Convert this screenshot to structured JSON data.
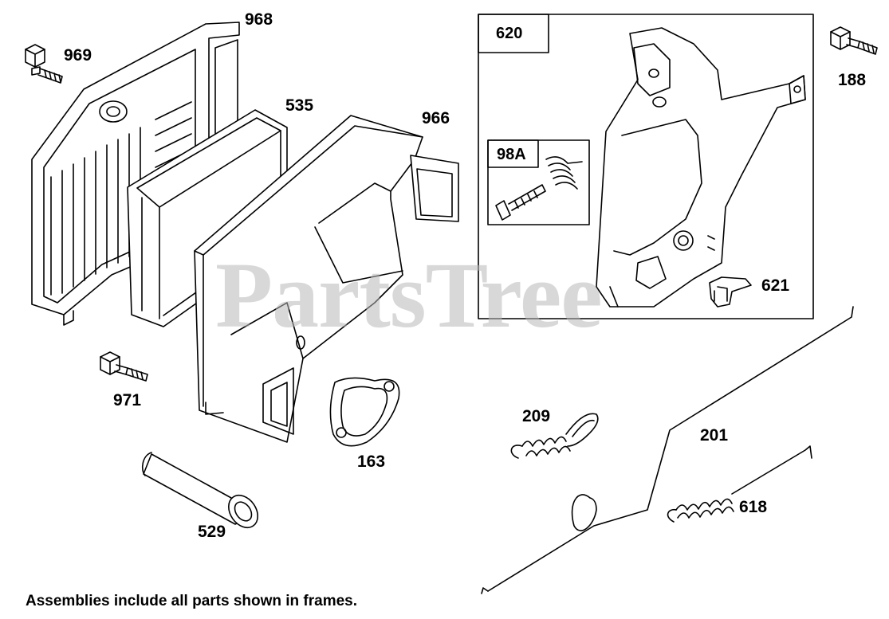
{
  "watermark": {
    "text": "PartsTree",
    "color": "#b9b9b9"
  },
  "footnote": "Assemblies include all parts shown in frames.",
  "parts": {
    "p968": "968",
    "p969": "969",
    "p535": "535",
    "p966": "966",
    "p971": "971",
    "p163": "163",
    "p529": "529",
    "p188": "188",
    "p209": "209",
    "p201": "201",
    "p618": "618"
  },
  "frames": {
    "f620": {
      "label": "620",
      "items": {
        "p621": "621"
      }
    },
    "f98a": {
      "label": "98A"
    }
  },
  "colors": {
    "line": "#000000",
    "background": "#ffffff"
  }
}
